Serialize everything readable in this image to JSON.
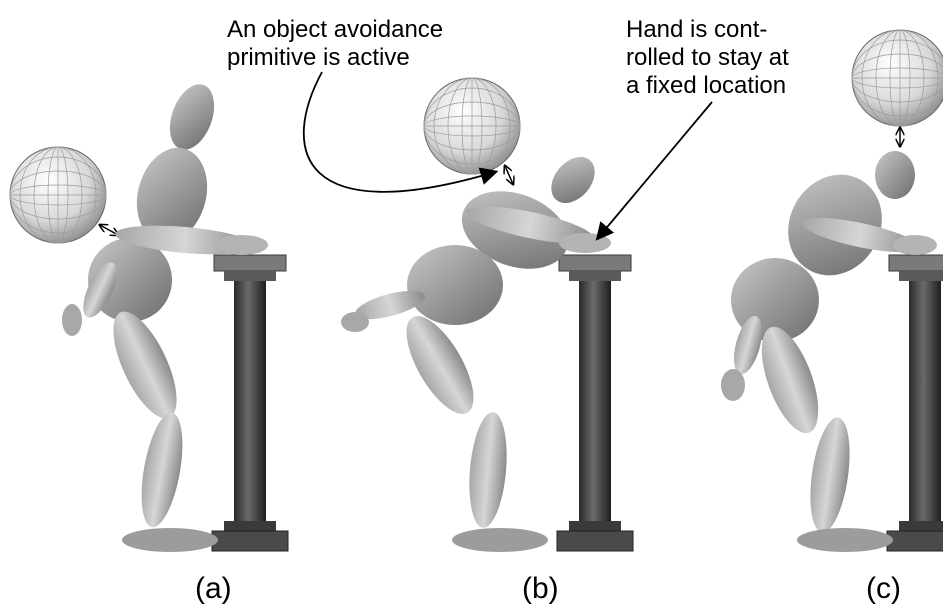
{
  "annotations": {
    "avoidance": "An object avoidance\nprimitive is active",
    "hand": "Hand is cont-\nrolled to stay at\na fixed location"
  },
  "panels": [
    {
      "label": "(a)"
    },
    {
      "label": "(b)"
    },
    {
      "label": "(c)"
    }
  ]
}
